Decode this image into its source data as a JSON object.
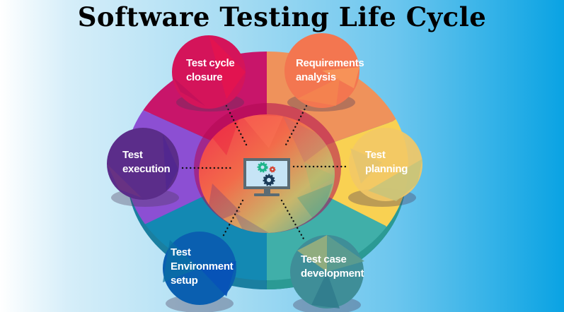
{
  "title": "Software Testing Life Cycle",
  "center_icon": "monitor-with-gears-icon",
  "phases": [
    {
      "id": "requirements-analysis",
      "line1": "Requirements",
      "line2": "analysis",
      "line3": "",
      "color": "#f07a4a"
    },
    {
      "id": "test-planning",
      "line1": "Test",
      "line2": "planning",
      "line3": "",
      "color": "#f5c762"
    },
    {
      "id": "test-case-development",
      "line1": "Test case",
      "line2": "development",
      "line3": "",
      "color": "#3e9a9b"
    },
    {
      "id": "test-environment-setup",
      "line1": "Test",
      "line2": "Environment",
      "line3": "setup",
      "color": "#0a5fb0"
    },
    {
      "id": "test-execution",
      "line1": "Test",
      "line2": "execution",
      "line3": "",
      "color": "#5b2d8a"
    },
    {
      "id": "test-cycle-closure",
      "line1": "Test cycle",
      "line2": "closure",
      "line3": "",
      "color": "#d4145a"
    }
  ],
  "ring_colors": {
    "magenta": "#c8156a",
    "orange": "#ef925b",
    "yellow": "#f9d152",
    "teal": "#40afa9",
    "blue": "#1389b3",
    "purple": "#8c4fd3"
  }
}
